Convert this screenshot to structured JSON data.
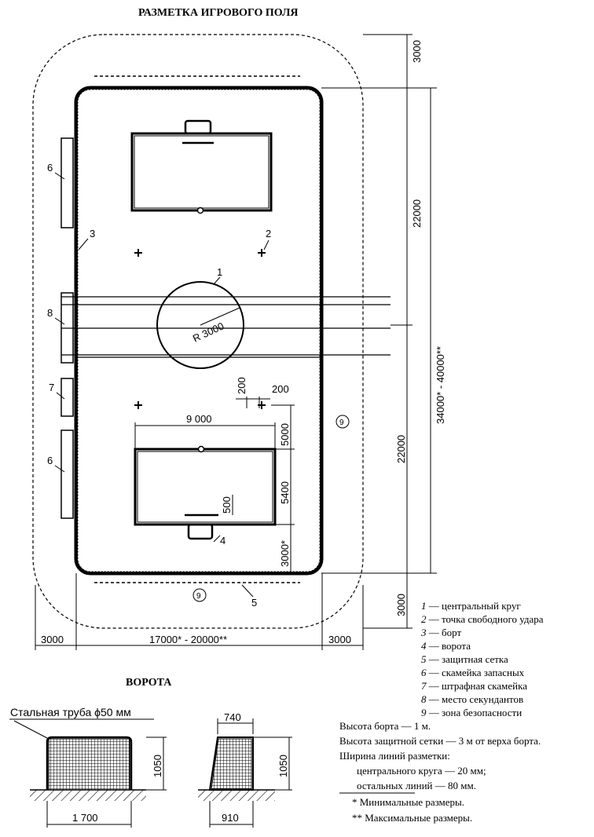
{
  "title": "РАЗМЕТКА ИГРОВОГО ПОЛЯ",
  "goal_title": "ВОРОТА",
  "field": {
    "dimensions": {
      "zone_top": "3000",
      "half_top": "22000",
      "half_bottom": "22000",
      "zone_bottom": "3000",
      "total_length": "34000* - 40000**",
      "side_left": "3000",
      "width": "17000* - 20000**",
      "side_right": "3000",
      "radius": "R 3000",
      "area_width": "9 000",
      "area_depth": "5000",
      "area_to_goal": "5400",
      "goal_offset": "500",
      "goal_to_board": "3000*",
      "cross_a": "200",
      "cross_b": "200"
    },
    "markers": [
      "1",
      "2",
      "3",
      "4",
      "5",
      "6",
      "8",
      "7",
      "6",
      "9",
      "9"
    ]
  },
  "legend": [
    {
      "n": "1",
      "text": "центральный круг"
    },
    {
      "n": "2",
      "text": "точка свободного удара"
    },
    {
      "n": "3",
      "text": "борт"
    },
    {
      "n": "4",
      "text": "ворота"
    },
    {
      "n": "5",
      "text": "защитная сетка"
    },
    {
      "n": "6",
      "text": "скамейка запасных"
    },
    {
      "n": "7",
      "text": "штрафная скамейка"
    },
    {
      "n": "8",
      "text": "место секундантов"
    },
    {
      "n": "9",
      "text": "зона безопасности"
    }
  ],
  "notes": [
    "Высота борта — 1 м.",
    "Высота защитной сетки — 3 м от верха борта.",
    "Ширина линий разметки:",
    "центрального круга — 20 мм;",
    "остальных линий — 80 мм."
  ],
  "footnotes": [
    "* Минимальные размеры.",
    "** Максимальные размеры."
  ],
  "goal": {
    "pipe_label": "Стальная труба ϕ50 мм",
    "front_width": "1 700",
    "front_height": "1050",
    "side_top": "740",
    "side_bottom": "910",
    "side_height": "1050"
  }
}
